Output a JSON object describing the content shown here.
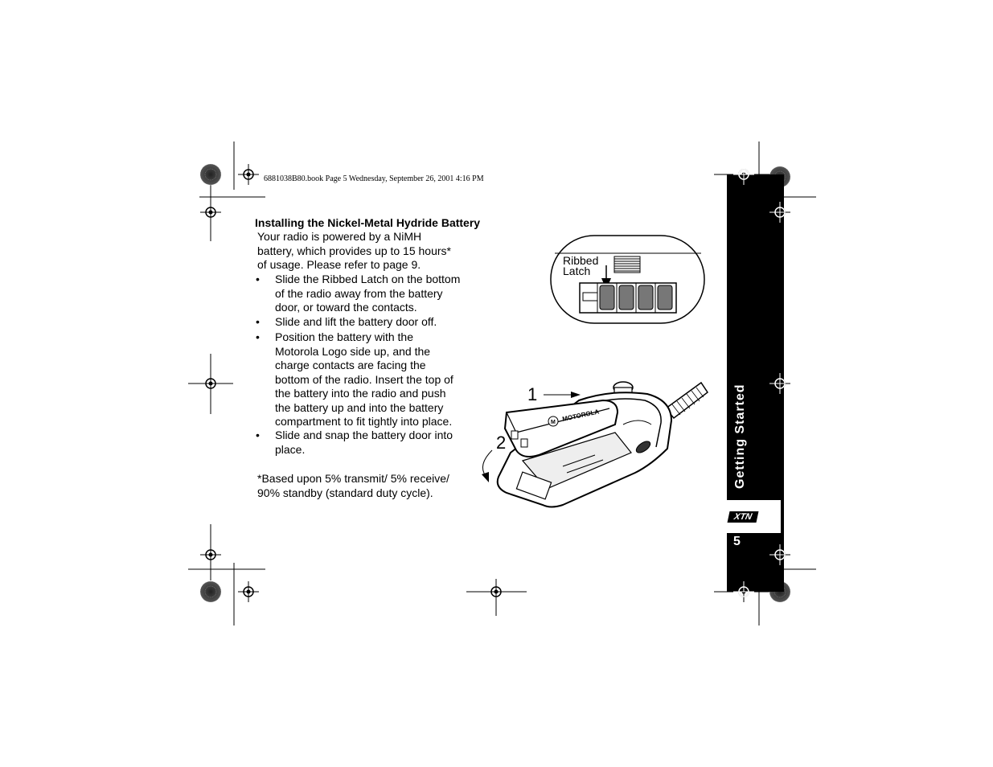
{
  "header": {
    "print_line": "6881038B80.book  Page 5  Wednesday, September 26, 2001  4:16 PM"
  },
  "section": {
    "title": "Installing the Nickel-Metal Hydride Battery",
    "intro_lines": [
      "Your radio is powered by a NiMH",
      "battery, which provides up to 15 hours*",
      "of usage. Please refer to page 9."
    ],
    "bullet_glyph": "•",
    "bullets": [
      {
        "lines": [
          "Slide the Ribbed Latch on the bottom",
          "of the radio away from the battery",
          "door, or toward the contacts."
        ]
      },
      {
        "lines": [
          "Slide and lift the battery door off."
        ]
      },
      {
        "lines": [
          "Position the battery with the",
          "Motorola Logo side up, and the",
          "charge contacts are facing the",
          "bottom of the radio. Insert the top of",
          "the battery into the radio and push",
          "the battery up and into the battery",
          "compartment to fit tightly into place."
        ]
      },
      {
        "lines": [
          "Slide and snap the battery door into",
          "place."
        ]
      }
    ],
    "footnote_lines": [
      "*Based upon 5% transmit/ 5% receive/",
      "90% standby (standard duty cycle)."
    ]
  },
  "figure": {
    "latch_label_line1": "Ribbed",
    "latch_label_line2": "Latch",
    "step1": "1",
    "step2": "2",
    "battery_brand": "MOTOROLA"
  },
  "sidebar": {
    "section_name": "Getting Started",
    "logo_text": "XTN",
    "page_number": "5"
  }
}
